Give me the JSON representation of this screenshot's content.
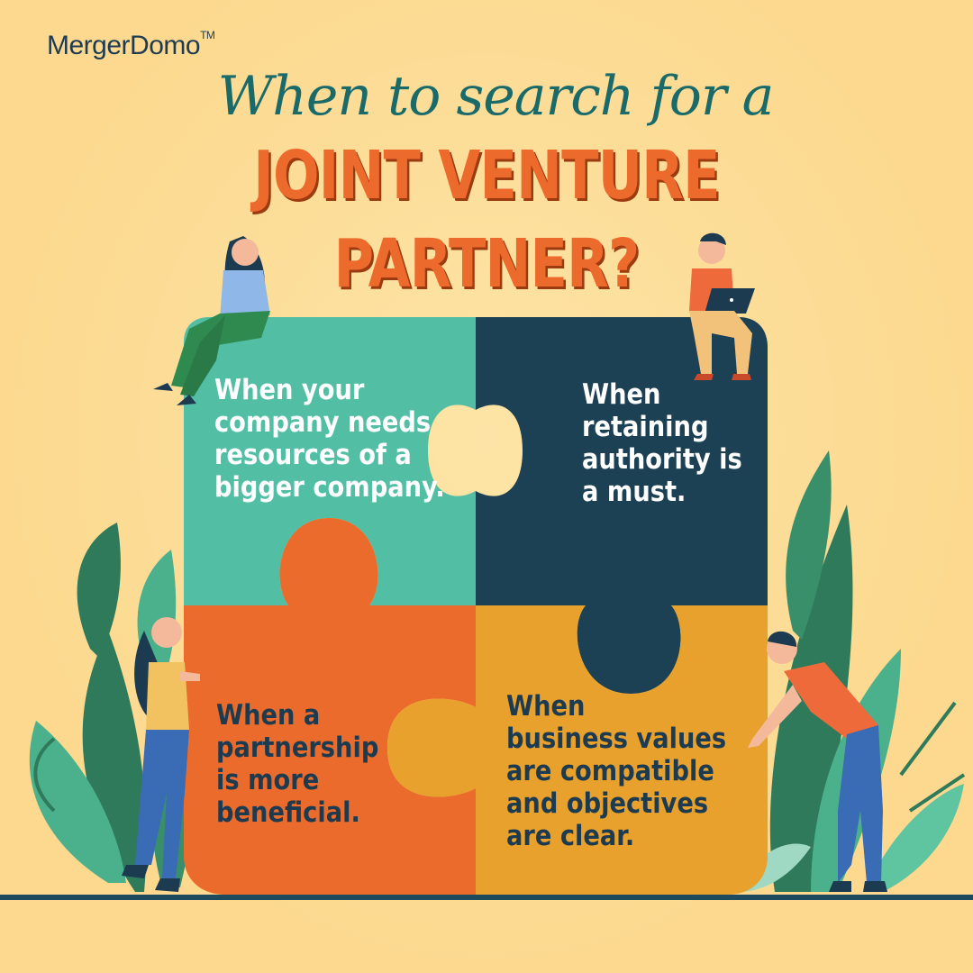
{
  "brand": {
    "name": "MergerDomo",
    "trademark": "TM"
  },
  "headline": {
    "script_line": "When to search for a",
    "line1": "JOINT VENTURE",
    "line2": "PARTNER?"
  },
  "pieces": [
    {
      "lines": [
        "When your",
        "company needs",
        "resources of a",
        "bigger company."
      ],
      "color": "#52bfa5"
    },
    {
      "lines": [
        "When",
        "retaining",
        "authority is",
        "a must."
      ],
      "color": "#1d4154"
    },
    {
      "lines": [
        "When a",
        "partnership",
        "is more",
        "beneficial."
      ],
      "color": "#ea6b2b"
    },
    {
      "lines": [
        "When",
        "business values",
        "are compatible",
        "and objectives",
        "are clear."
      ],
      "color": "#e8a12d"
    }
  ],
  "colors": {
    "background": "#fcd98f",
    "title_orange": "#ec6a2c",
    "script_teal": "#1a6a6a",
    "navy": "#1d3b50"
  }
}
